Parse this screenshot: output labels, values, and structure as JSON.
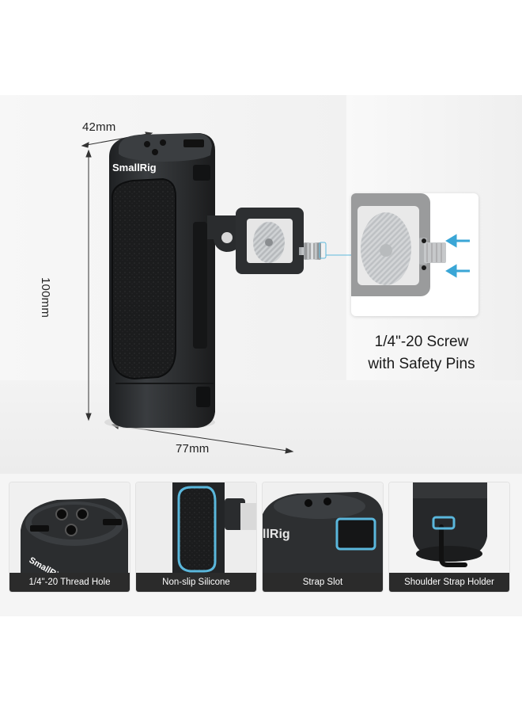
{
  "dimensions": {
    "width": "42mm",
    "height": "100mm",
    "depth": "77mm"
  },
  "brand": "SmallRig",
  "callout": {
    "line1": "1/4\"-20 Screw",
    "line2": "with Safety Pins"
  },
  "features": [
    {
      "label": "1/4\"-20 Thread Hole",
      "icon": "thread-hole"
    },
    {
      "label": "Non-slip Silicone",
      "icon": "silicone-grip"
    },
    {
      "label": "Strap Slot",
      "icon": "strap-slot"
    },
    {
      "label": "Shoulder Strap Holder",
      "icon": "hex-key"
    }
  ],
  "colors": {
    "handle": "#2f3133",
    "grip": "#1c1d1e",
    "accent_arrow": "#3aa6d6",
    "label_bg": "#2b2b2b",
    "highlight": "#7ec9e6"
  }
}
